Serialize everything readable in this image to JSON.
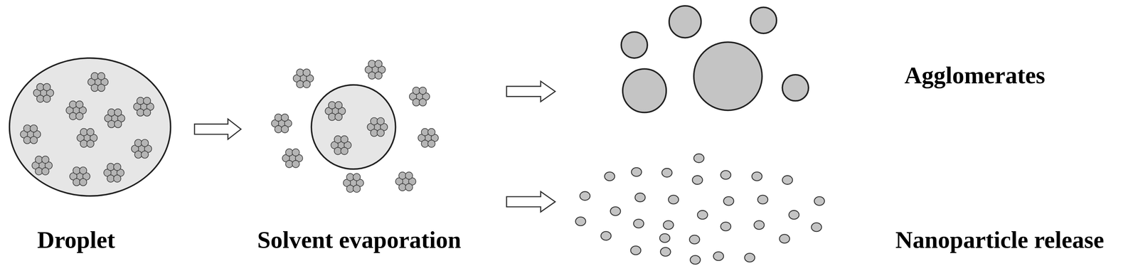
{
  "diagram": {
    "labels": [
      "Droplet",
      "Solvent evaporation",
      "Agglomerates",
      "Nanoparticle release"
    ]
  }
}
